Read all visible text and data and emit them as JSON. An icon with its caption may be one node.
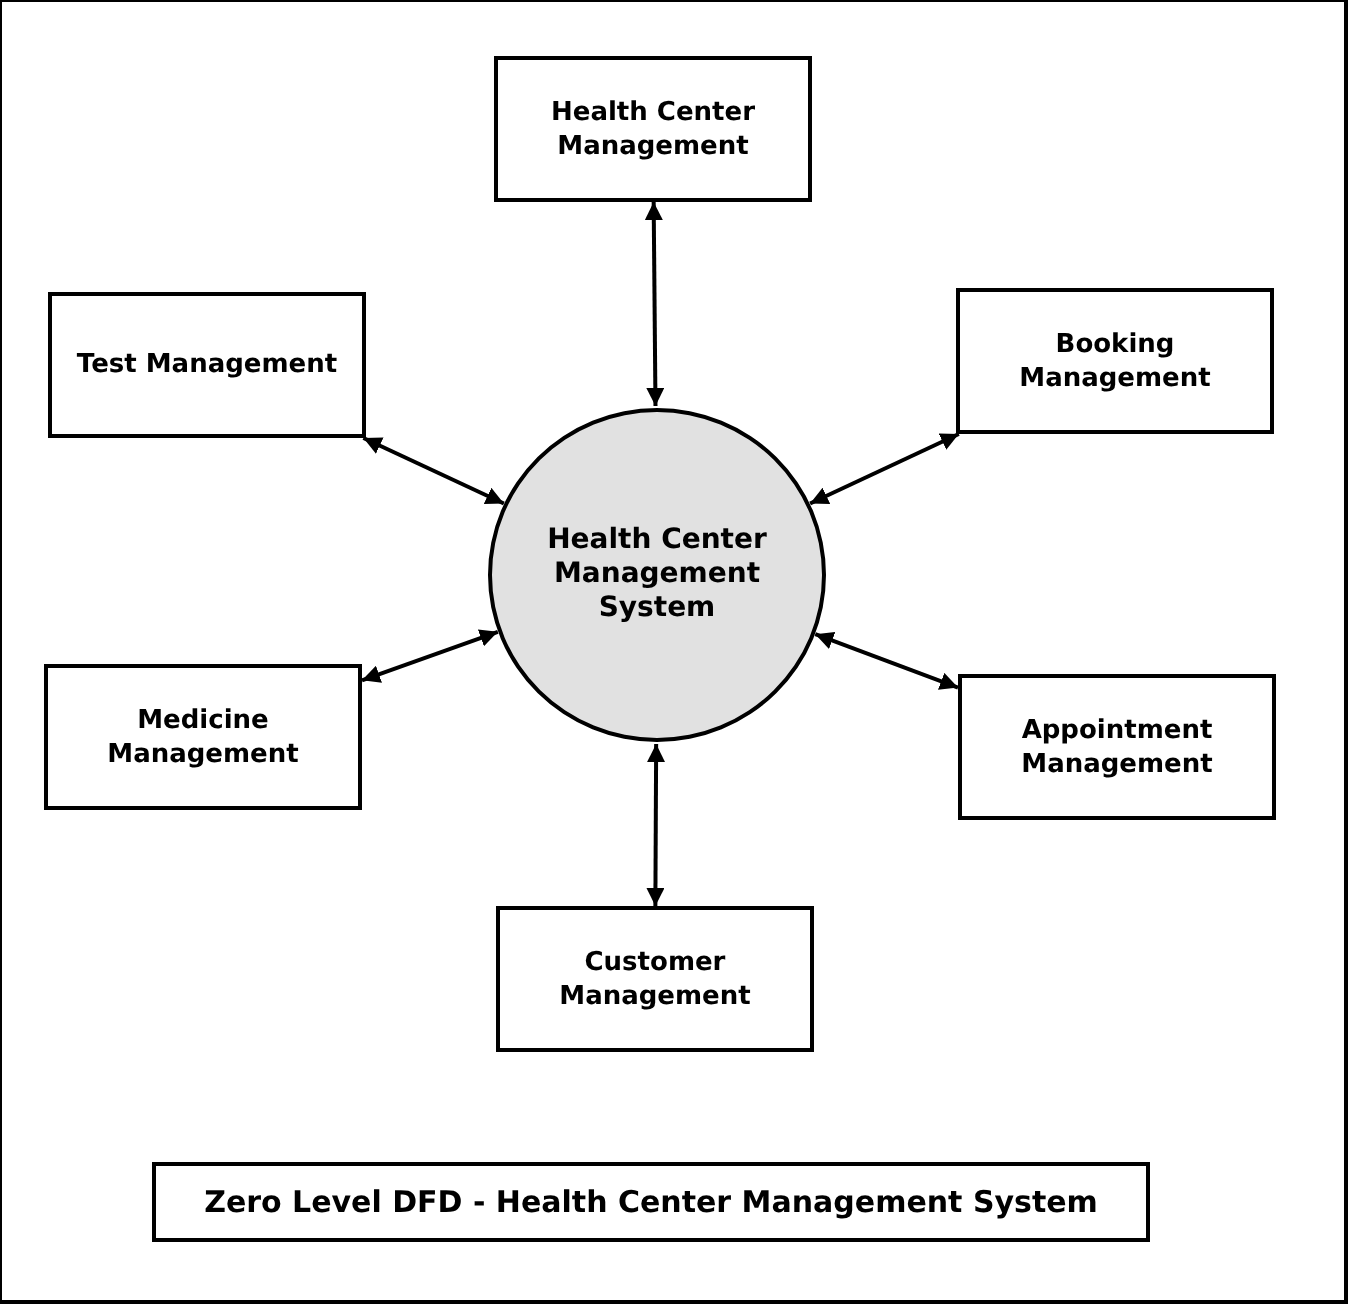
{
  "diagram": {
    "title": "Zero Level DFD - Health Center Management System",
    "nodes": [
      {
        "text": [
          "Health Center Management System"
        ]
      },
      {
        "text": [
          "Health Center Management"
        ]
      },
      {
        "text": [
          "Test Management"
        ]
      },
      {
        "text": [
          "Booking Management"
        ]
      },
      {
        "text": [
          "Medicine Management"
        ]
      },
      {
        "text": [
          "Appointment Management"
        ]
      },
      {
        "text": [
          "Customer Management"
        ]
      }
    ],
    "edges": [
      {
        "from": 0,
        "to": 1,
        "arrow": "both"
      },
      {
        "from": 0,
        "to": 2,
        "arrow": "both"
      },
      {
        "from": 0,
        "to": 3,
        "arrow": "both"
      },
      {
        "from": 0,
        "to": 4,
        "arrow": "both"
      },
      {
        "from": 0,
        "to": 5,
        "arrow": "both"
      },
      {
        "from": 0,
        "to": 6,
        "arrow": "both"
      }
    ]
  }
}
